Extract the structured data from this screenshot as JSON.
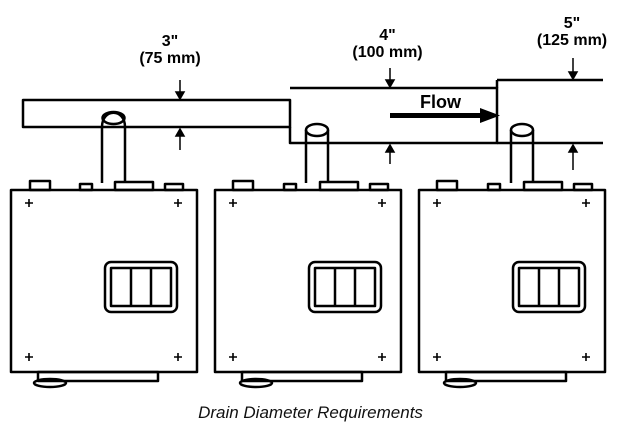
{
  "pipes": [
    {
      "label_in": "3\"",
      "label_mm": "(75 mm)"
    },
    {
      "label_in": "4\"",
      "label_mm": "(100 mm)"
    },
    {
      "label_in": "5\"",
      "label_mm": "(125 mm)"
    }
  ],
  "flow_label": "Flow",
  "caption": "Drain Diameter Requirements",
  "colors": {
    "line": "#000000",
    "background": "#ffffff"
  }
}
